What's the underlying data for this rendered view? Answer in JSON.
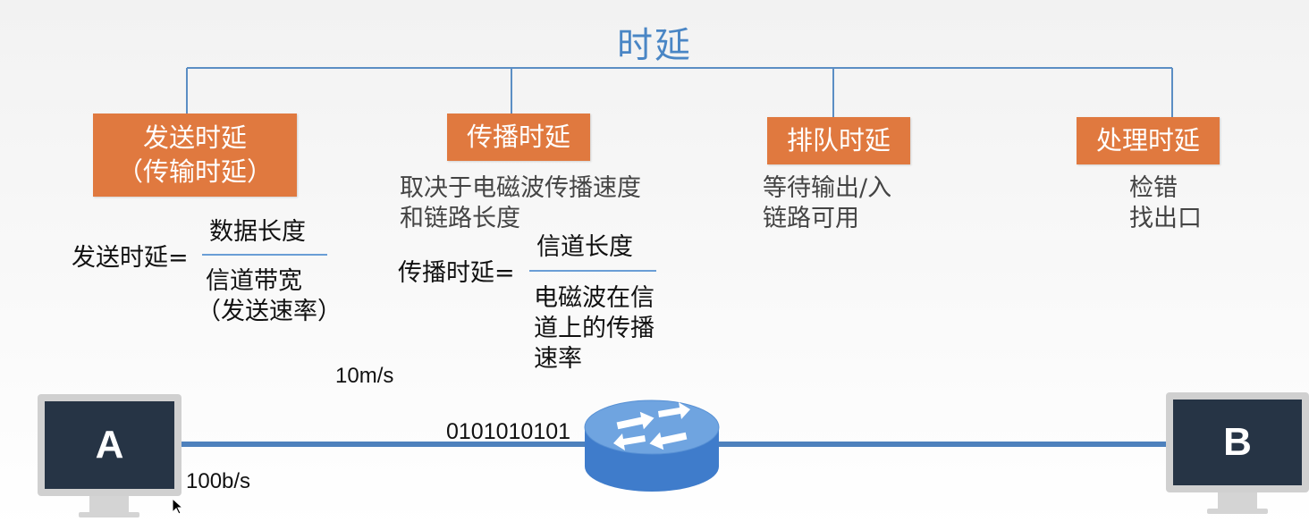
{
  "title": "时延",
  "categories": {
    "send": {
      "box_line1": "发送时延",
      "box_line2": "（传输时延）"
    },
    "propagation": {
      "box": "传播时延",
      "desc_line1": "取决于电磁波传播速度",
      "desc_line2": "和链路长度"
    },
    "queue": {
      "box": "排队时延",
      "desc_line1": "等待输出/入",
      "desc_line2": "链路可用"
    },
    "process": {
      "box": "处理时延",
      "desc_line1": "检错",
      "desc_line2": "找出口"
    }
  },
  "formulas": {
    "send": {
      "label": "发送时延=",
      "numerator": "数据长度",
      "denominator_line1": "信道带宽",
      "denominator_line2": "（发送速率）"
    },
    "propagation": {
      "label": "传播时延=",
      "numerator": "信道长度",
      "denominator_line1": "电磁波在信",
      "denominator_line2": "道上的传播",
      "denominator_line3": "速率"
    }
  },
  "network": {
    "host_a": "A",
    "host_b": "B",
    "speed_propagation": "10m/s",
    "bandwidth": "100b/s",
    "bits": "0101010101"
  },
  "colors": {
    "title": "#4a86c5",
    "box": "#e0793f",
    "tree_line": "#5b8ec4",
    "link": "#4e81bd",
    "router": "#3f7ccb"
  }
}
